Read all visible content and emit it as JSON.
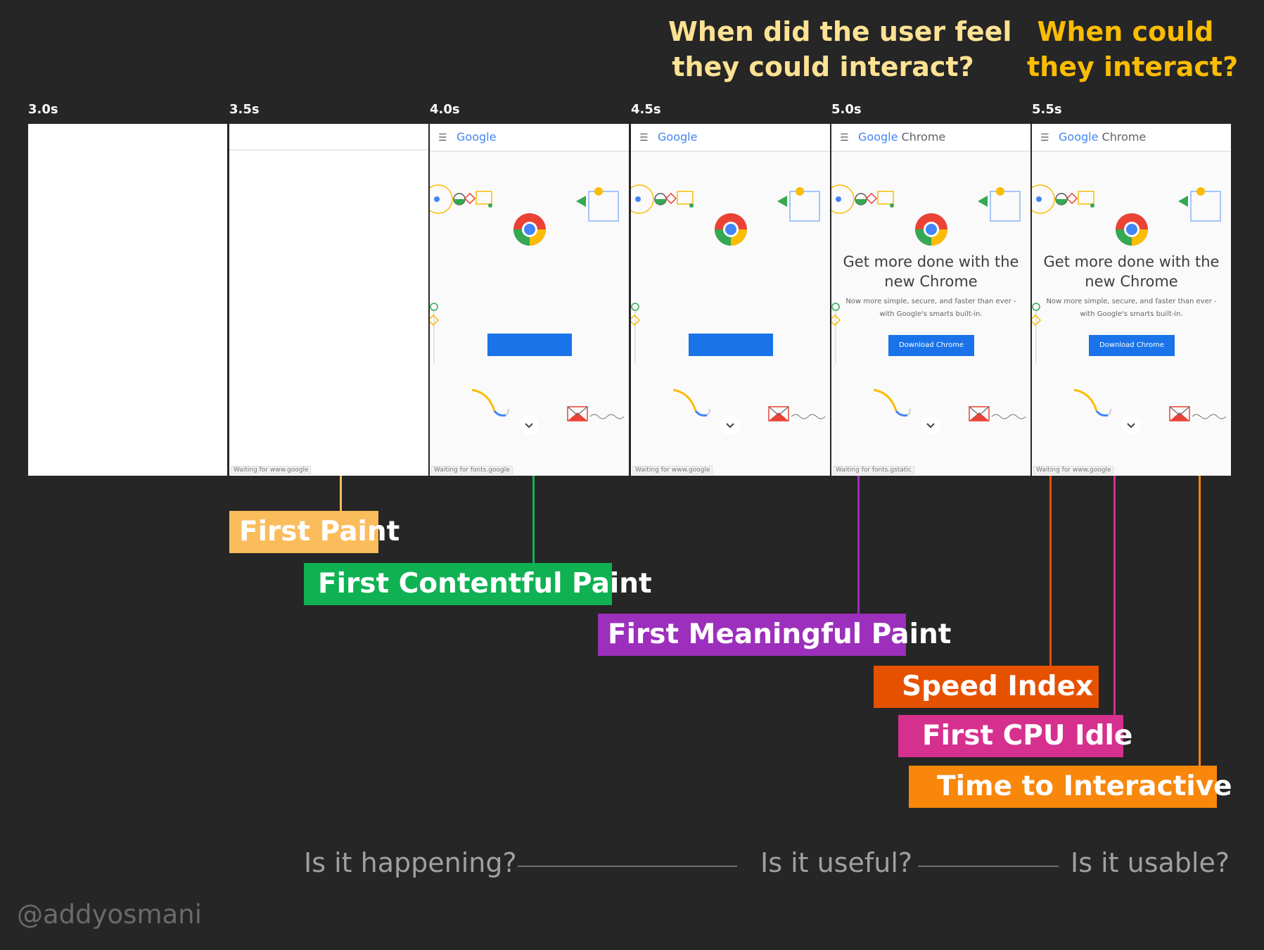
{
  "questions": {
    "feel": {
      "line1": "When did the user feel",
      "line2": "they could interact?",
      "color": "#fde293"
    },
    "could": {
      "line1": "When could",
      "line2": "they interact?",
      "color": "#fbbc04"
    }
  },
  "timestamps": [
    "3.0s",
    "3.5s",
    "4.0s",
    "4.5s",
    "5.0s",
    "5.5s"
  ],
  "frames": [
    {
      "state": "blank"
    },
    {
      "state": "blank-bar",
      "status": "Waiting for www.google"
    },
    {
      "state": "partial",
      "brand_google": "Google",
      "status": "Waiting for fonts.google"
    },
    {
      "state": "partial",
      "brand_google": "Google",
      "status": "Waiting for www.google"
    },
    {
      "state": "full",
      "brand_google": "Google",
      "brand_product": "Chrome",
      "headline_1": "Get more done with the",
      "headline_2": "new Chrome",
      "sub_1": "Now more simple, secure, and faster than ever -",
      "sub_2": "with Google's smarts built-in.",
      "button": "Download Chrome",
      "status": "Waiting for fonts.gstatic"
    },
    {
      "state": "full",
      "brand_google": "Google",
      "brand_product": "Chrome",
      "headline_1": "Get more done with the",
      "headline_2": "new Chrome",
      "sub_1": "Now more simple, secure, and faster than ever -",
      "sub_2": "with Google's smarts built-in.",
      "button": "Download Chrome",
      "status": "Waiting for www.google"
    }
  ],
  "metrics": [
    {
      "name": "First Paint",
      "color": "#fbbc5c"
    },
    {
      "name": "First Contentful Paint",
      "color": "#0fb153"
    },
    {
      "name": "First Meaningful Paint",
      "color": "#9c2fbb"
    },
    {
      "name": "Speed Index",
      "color": "#e65100"
    },
    {
      "name": "First CPU Idle",
      "color": "#d6308e"
    },
    {
      "name": "Time to Interactive",
      "color": "#f8870c"
    }
  ],
  "bottom_questions": [
    "Is it happening?",
    "Is it useful?",
    "Is it usable?"
  ],
  "handle": "@addyosmani",
  "icons": {
    "menu": "hamburger-menu-icon",
    "logo": "chrome-logo-icon",
    "scroll": "chevron-down-icon",
    "envelope": "envelope-icon",
    "pin": "location-pin-icon"
  }
}
